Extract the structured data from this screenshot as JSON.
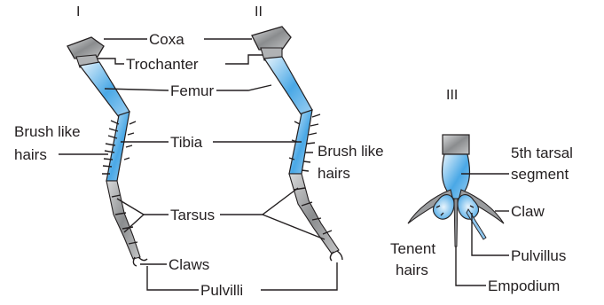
{
  "figure": {
    "panel_labels": [
      "I",
      "II",
      "III"
    ],
    "labels": {
      "coxa": "Coxa",
      "trochanter": "Trochanter",
      "femur": "Femur",
      "brush_left_1": "Brush like",
      "brush_left_2": "hairs",
      "tibia": "Tibia",
      "brush_right_1": "Brush like",
      "brush_right_2": "hairs",
      "tarsus": "Tarsus",
      "claws": "Claws",
      "pulvilli": "Pulvilli",
      "fifth_tarsal_1": "5th tarsal",
      "fifth_tarsal_2": "segment",
      "claw": "Claw",
      "tenent_1": "Tenent",
      "tenent_2": "hairs",
      "pulvillus": "Pulvillus",
      "empodium": "Empodium"
    },
    "colors": {
      "segment_blue": "#4aa8e6",
      "segment_light": "#e8f4fc",
      "joint_gray": "#8a8c8e",
      "outline": "#231f20"
    }
  }
}
